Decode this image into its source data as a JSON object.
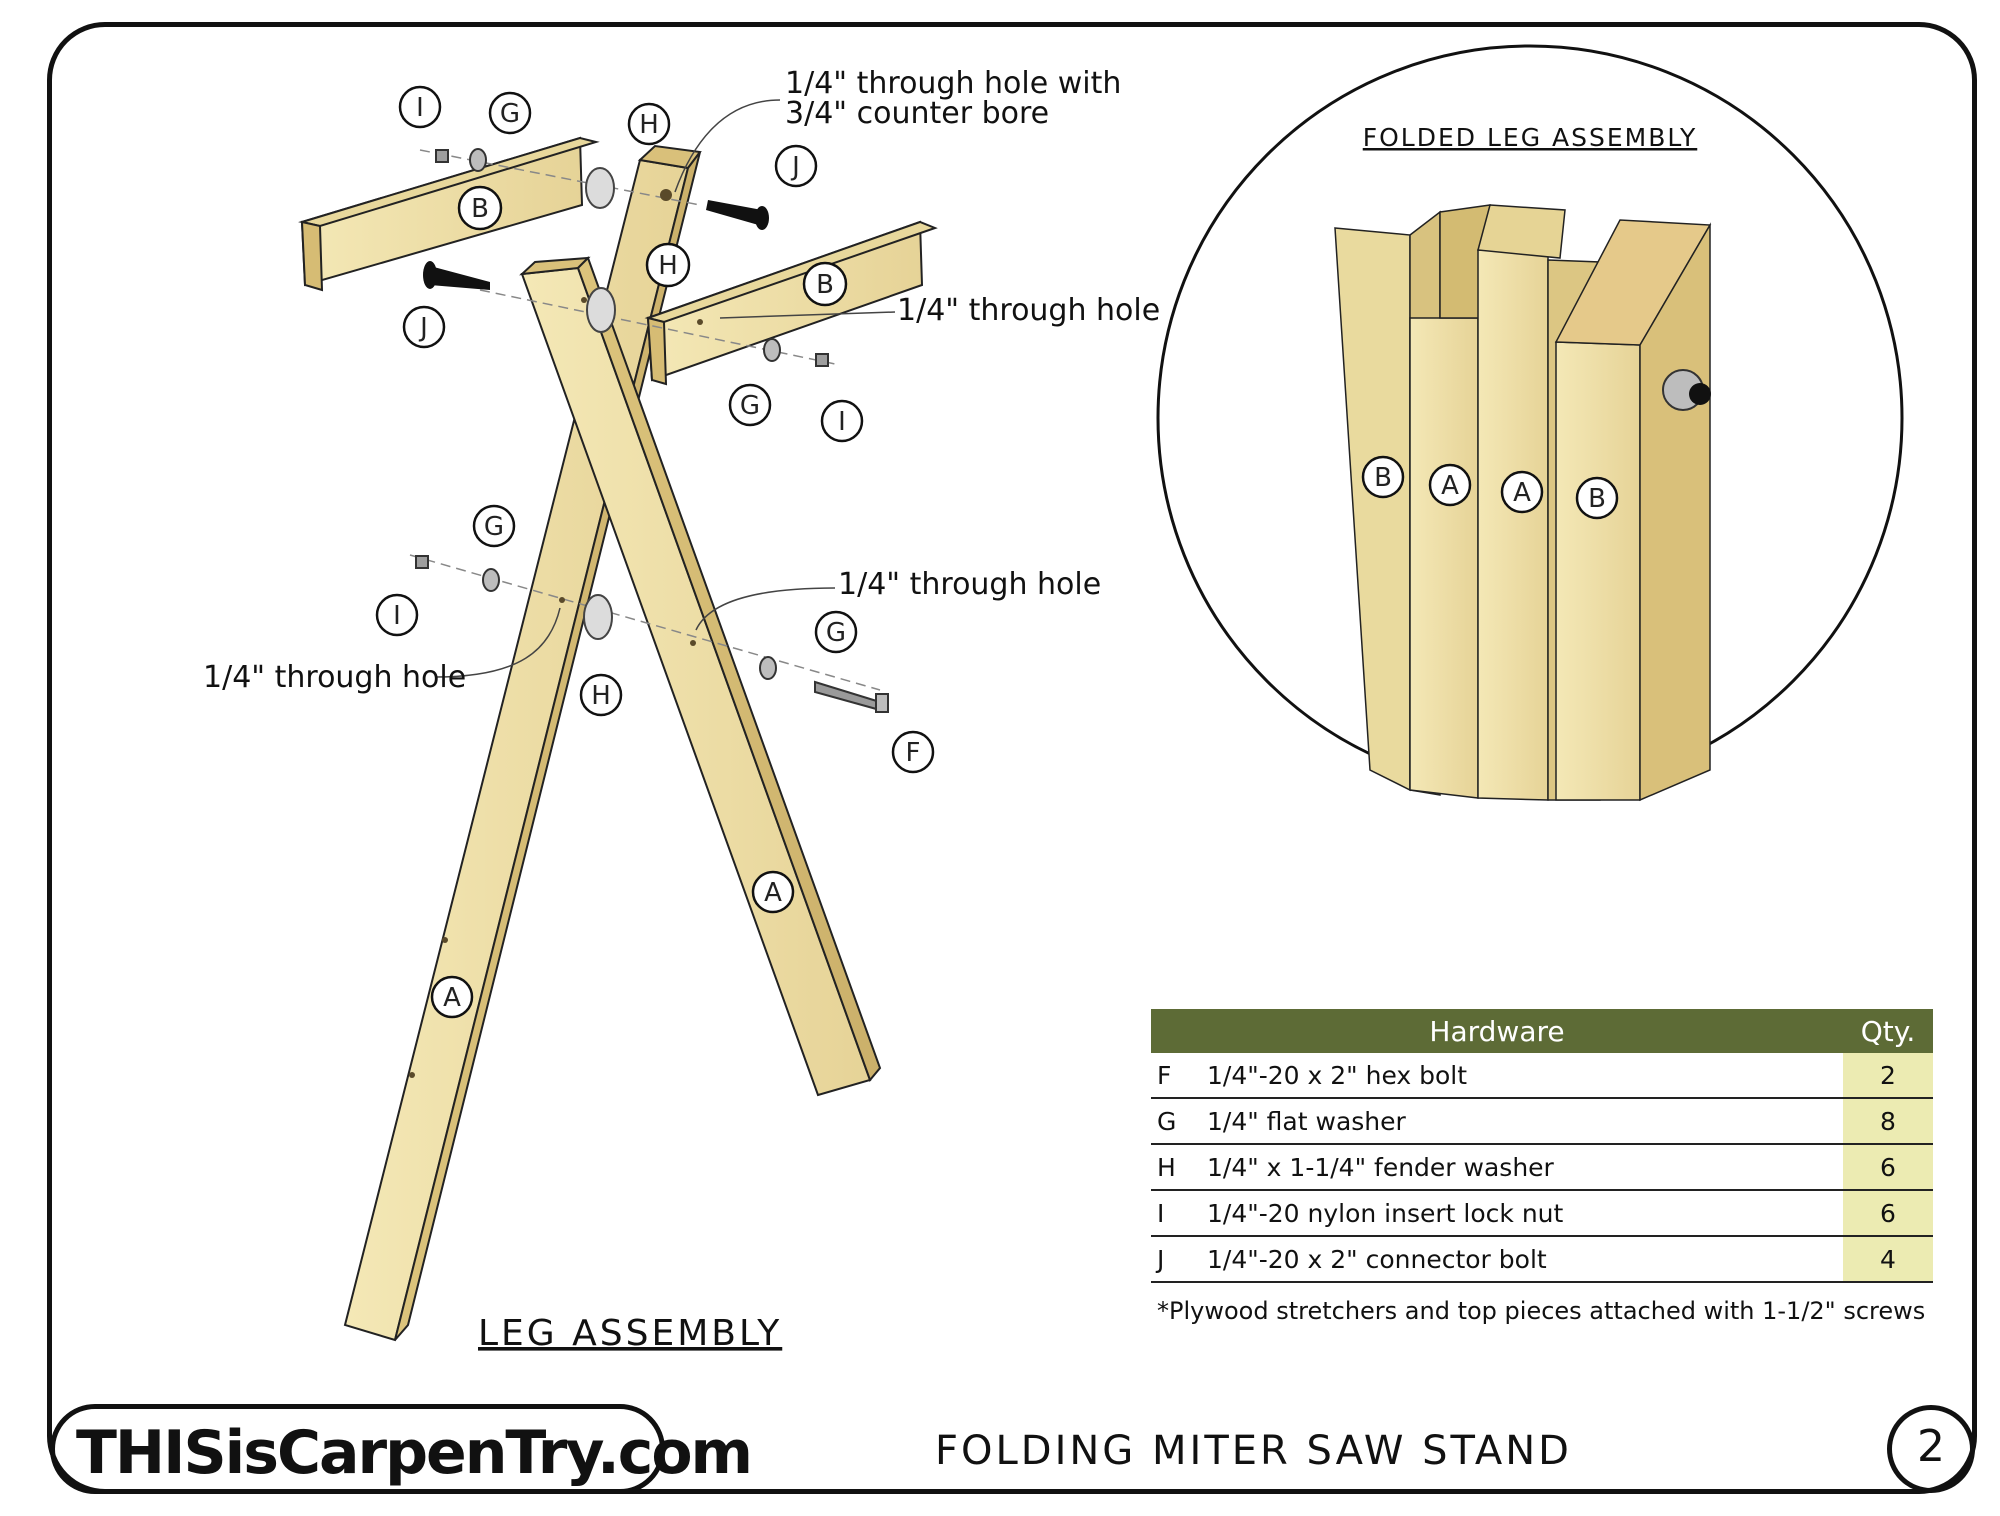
{
  "leg_assembly": {
    "title": "LEG ASSEMBLY",
    "callouts": {
      "counter_bore_line1": "1/4\" through hole with",
      "counter_bore_line2": "3/4\" counter bore",
      "through_hole_top": "1/4\" through hole",
      "through_hole_mid_right": "1/4\" through hole",
      "through_hole_mid_left": "1/4\" through hole"
    },
    "part_labels": [
      "I",
      "G",
      "H",
      "J",
      "B",
      "H",
      "B",
      "J",
      "G",
      "I",
      "G",
      "I",
      "H",
      "G",
      "F",
      "A",
      "A"
    ]
  },
  "folded_leg_assembly": {
    "title": "FOLDED LEG ASSEMBLY",
    "part_labels": [
      "B",
      "A",
      "A",
      "B"
    ]
  },
  "hardware_table": {
    "header": {
      "name": "Hardware",
      "qty": "Qty."
    },
    "rows": [
      {
        "key": "F",
        "desc": "1/4\"-20 x 2\" hex bolt",
        "qty": "2"
      },
      {
        "key": "G",
        "desc": "1/4\" flat washer",
        "qty": "8"
      },
      {
        "key": "H",
        "desc": "1/4\" x 1-1/4\" fender washer",
        "qty": "6"
      },
      {
        "key": "I",
        "desc": "1/4\"-20 nylon insert lock nut",
        "qty": "6"
      },
      {
        "key": "J",
        "desc": "1/4\"-20 x 2\" connector bolt",
        "qty": "4"
      }
    ],
    "note": "*Plywood stretchers and top pieces attached with 1-1/2\" screws"
  },
  "footer": {
    "site": "THISisCarpenTry.com",
    "title": "FOLDING MITER SAW STAND",
    "page": "2"
  },
  "colors": {
    "wood_light": "#efe2ac",
    "wood_mid": "#e3cf8c",
    "wood_dark": "#cdb46d",
    "table_header": "#5d6b36",
    "qty_cell": "#ecebb2"
  }
}
